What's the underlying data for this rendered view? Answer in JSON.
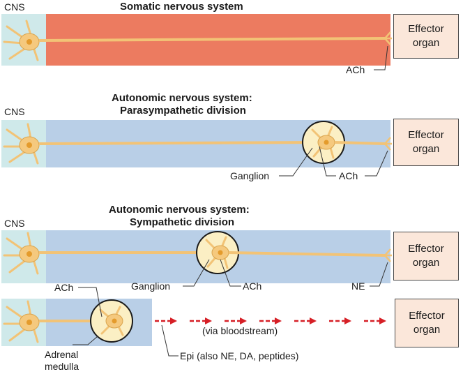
{
  "colors": {
    "cns_fill": "#cfe9ea",
    "somatic_band": "#ec7b60",
    "autonomic_band": "#b9cfe7",
    "axon": "#f2c376",
    "neuron_body": "#f5c97e",
    "nucleus": "#e49b2c",
    "ganglion_fill": "#fbefc4",
    "arrow_red": "#d61f26",
    "effector_fill": "#fbe7da"
  },
  "somatic": {
    "cns": "CNS",
    "title": "Somatic nervous system",
    "effector_line1": "Effector",
    "effector_line2": "organ",
    "ach": "ACh"
  },
  "parasympathetic": {
    "cns": "CNS",
    "title_line1": "Autonomic nervous system:",
    "title_line2": "Parasympathetic division",
    "effector_line1": "Effector",
    "effector_line2": "organ",
    "ganglion": "Ganglion",
    "ach": "ACh"
  },
  "sympathetic": {
    "cns": "CNS",
    "title_line1": "Autonomic nervous system:",
    "title_line2": "Sympathetic division",
    "effector_line1": "Effector",
    "effector_line2": "organ",
    "ganglion": "Ganglion",
    "ach": "ACh",
    "ne": "NE"
  },
  "adrenal": {
    "ach": "ACh",
    "medulla_line1": "Adrenal",
    "medulla_line2": "medulla",
    "via_bloodstream": "(via bloodstream)",
    "epi": "Epi (also NE, DA, peptides)",
    "effector_line1": "Effector",
    "effector_line2": "organ"
  }
}
